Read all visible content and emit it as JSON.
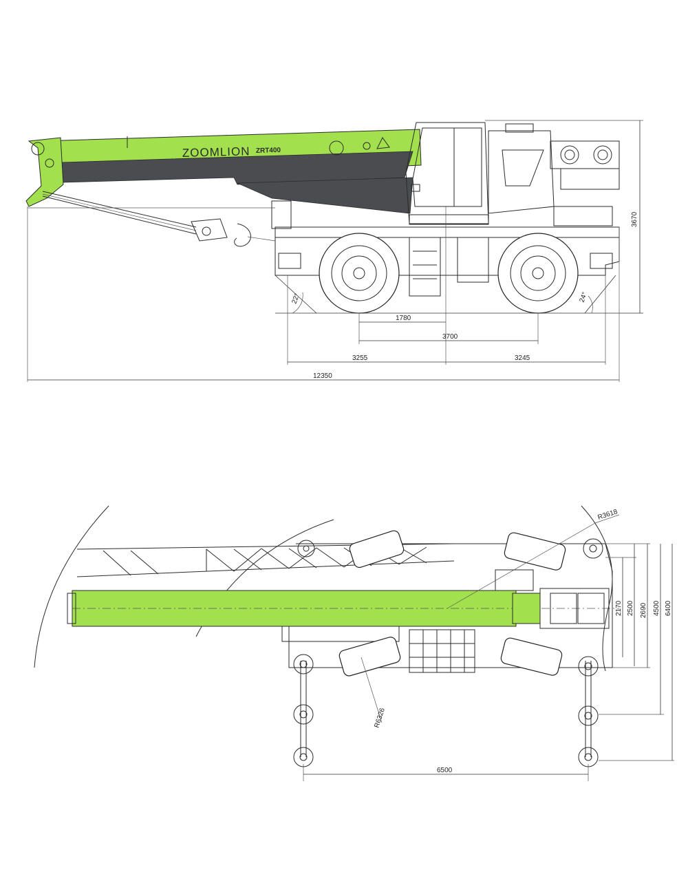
{
  "brand": {
    "name": "ZOOMLION",
    "model": "ZRT400"
  },
  "colors": {
    "accent": "#a3e04e",
    "boom_dark": "#4a4c4f",
    "line": "#2a2a2a"
  },
  "side_view": {
    "dims": {
      "overall_length": "12350",
      "front_overhang": "3255",
      "rear_overhang": "3245",
      "wheelbase": "3700",
      "front_axle_to_center": "1780",
      "height": "3670",
      "approach_angle": "22°",
      "departure_angle": "24°"
    }
  },
  "top_view": {
    "dims": {
      "tail_radius": "R3618",
      "turning_radius": "R6326",
      "width_inner": "2170",
      "width_track": "2500",
      "width_body": "2690",
      "outrigger_mid": "4500",
      "outrigger_full": "6400",
      "outrigger_longitudinal": "6500"
    }
  }
}
